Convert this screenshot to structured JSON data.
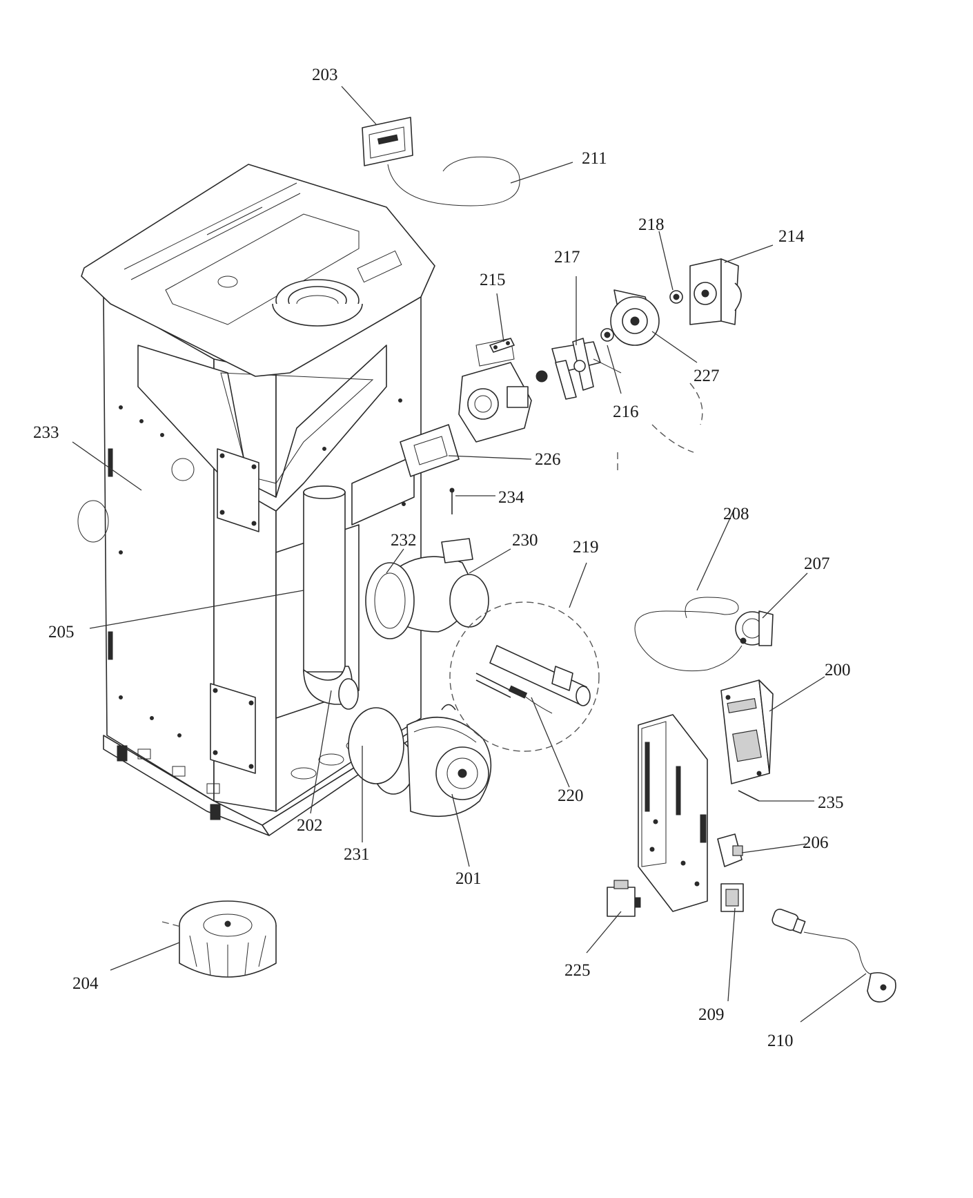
{
  "labels": {
    "p200": "200",
    "p201": "201",
    "p202": "202",
    "p203": "203",
    "p204": "204",
    "p205": "205",
    "p206": "206",
    "p207": "207",
    "p208": "208",
    "p209": "209",
    "p210": "210",
    "p211": "211",
    "p214": "214",
    "p215": "215",
    "p216": "216",
    "p217": "217",
    "p218": "218",
    "p219": "219",
    "p220": "220",
    "p225": "225",
    "p226": "226",
    "p227": "227",
    "p230": "230",
    "p231": "231",
    "p232": "232",
    "p233": "233",
    "p234": "234",
    "p235": "235"
  }
}
